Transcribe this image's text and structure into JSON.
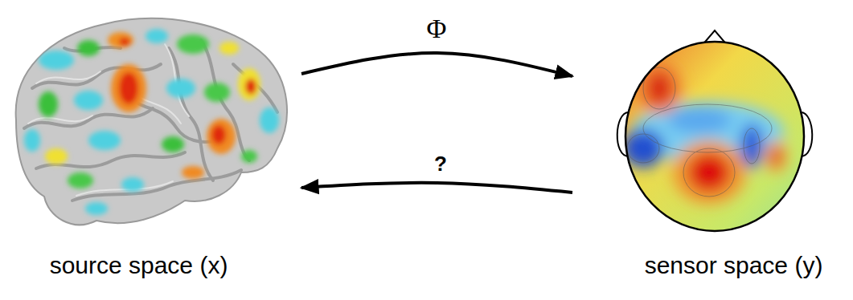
{
  "diagram": {
    "nodes": [
      {
        "text": [
          "source space (x)"
        ]
      },
      {
        "text": [
          "sensor space (y)"
        ]
      }
    ],
    "edges": [
      {
        "from": 0,
        "to": 1,
        "arrow": "to",
        "label": "Φ"
      },
      {
        "from": 1,
        "to": 0,
        "arrow": "to",
        "label": "?"
      }
    ]
  }
}
